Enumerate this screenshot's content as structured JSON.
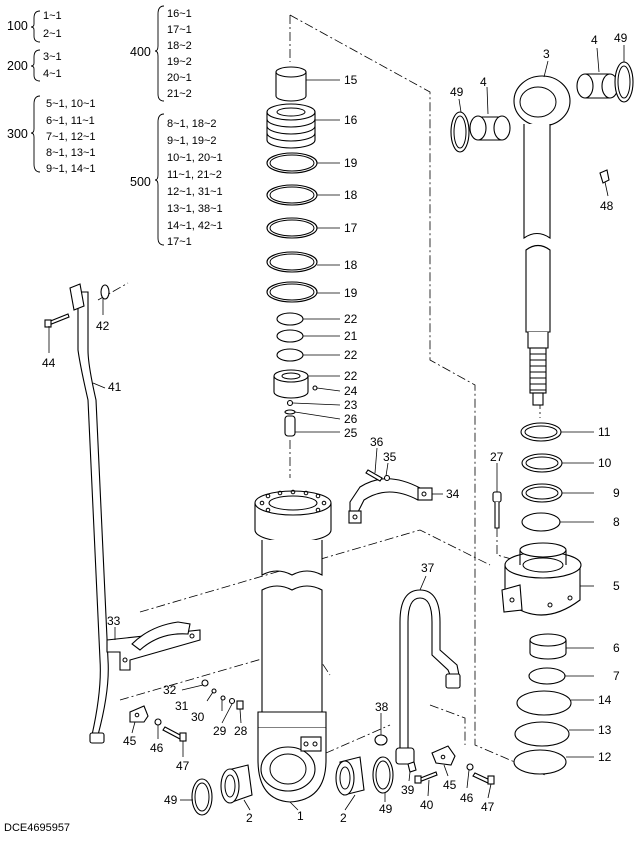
{
  "kit_legend": {
    "col1": [
      {
        "group": "100",
        "items": [
          "1~1",
          "2~1"
        ]
      },
      {
        "group": "200",
        "items": [
          "3~1",
          "4~1"
        ]
      },
      {
        "group": "300",
        "items": [
          "5~1, 10~1",
          "6~1, 11~1",
          "7~1, 12~1",
          "8~1, 13~1",
          "9~1, 14~1"
        ]
      }
    ],
    "col2": [
      {
        "group": "400",
        "items": [
          "16~1",
          "17~1",
          "18~2",
          "19~2",
          "20~1",
          "21~2"
        ]
      },
      {
        "group": "500",
        "items": [
          "8~1,  18~2",
          "9~1,  19~2",
          "10~1, 20~1",
          "11~1, 21~2",
          "12~1, 31~1",
          "13~1, 38~1",
          "14~1, 42~1",
          "17~1"
        ]
      }
    ]
  },
  "callouts": {
    "n1": "1",
    "n2a": "2",
    "n2b": "2",
    "n3": "3",
    "n4a": "4",
    "n4b": "4",
    "n5": "5",
    "n6": "6",
    "n7": "7",
    "n8": "8",
    "n9": "9",
    "n10": "10",
    "n11": "11",
    "n12": "12",
    "n13": "13",
    "n14": "14",
    "n15": "15",
    "n16": "16",
    "n17": "17",
    "n18a": "18",
    "n18b": "18",
    "n19a": "19",
    "n19b": "19",
    "n21": "21",
    "n22a": "22",
    "n22b": "22",
    "n22c": "22",
    "n23": "23",
    "n24": "24",
    "n25": "25",
    "n26": "26",
    "n27": "27",
    "n28": "28",
    "n29": "29",
    "n30": "30",
    "n31": "31",
    "n32": "32",
    "n33": "33",
    "n34": "34",
    "n35": "35",
    "n36": "36",
    "n37": "37",
    "n38": "38",
    "n39": "39",
    "n40": "40",
    "n41": "41",
    "n42": "42",
    "n44": "44",
    "n45a": "45",
    "n45b": "45",
    "n46a": "46",
    "n46b": "46",
    "n47a": "47",
    "n47b": "47",
    "n48": "48",
    "n49a": "49",
    "n49b": "49",
    "n49c": "49",
    "n49d": "49"
  },
  "drawing_code": "DCE4695957"
}
